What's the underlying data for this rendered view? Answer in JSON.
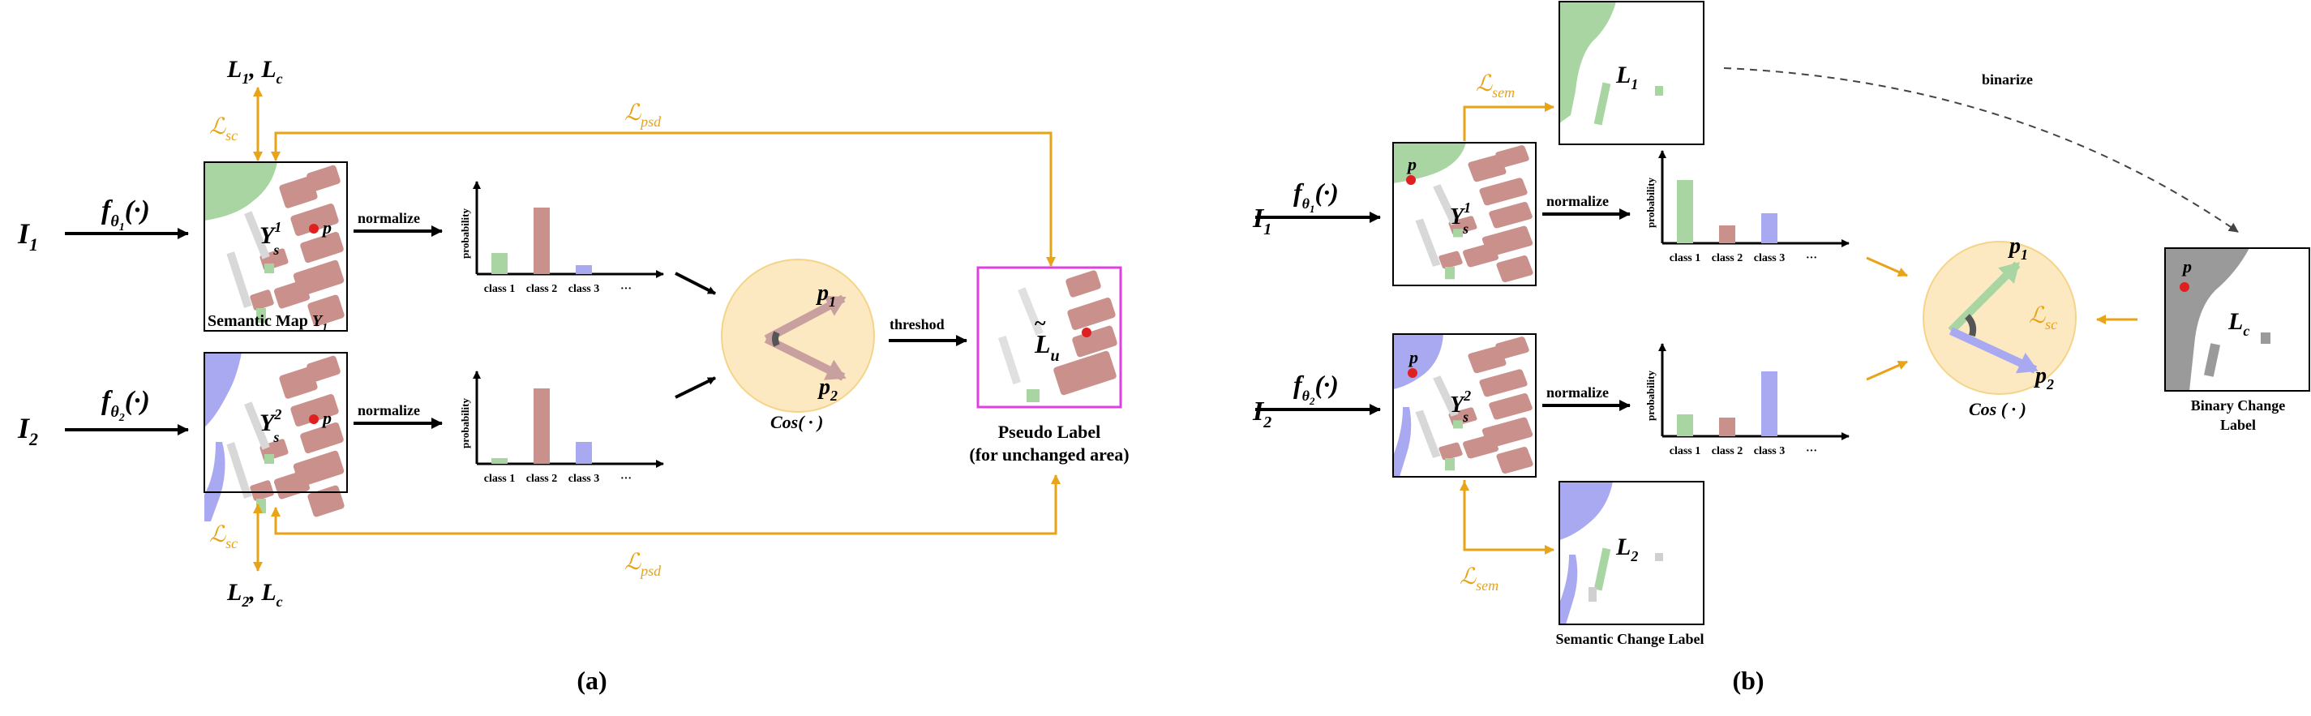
{
  "colors": {
    "orange": "#E8A317",
    "magenta": "#E040E0",
    "green": "#A8D5A2",
    "rose": "#C9908C",
    "blue": "#A9A9F2",
    "circle_fill": "#FCE9C2",
    "circle_stroke": "#F5D48A",
    "red_point": "#E02020"
  },
  "panel_a": {
    "input_1": {
      "main": "I",
      "sub": "1"
    },
    "input_2": {
      "main": "I",
      "sub": "2"
    },
    "func_1": {
      "main": "f",
      "sub": "θ",
      "subsub": "1",
      "tail": "(·)"
    },
    "func_2": {
      "main": "f",
      "sub": "θ",
      "subsub": "2",
      "tail": "(·)"
    },
    "map_1": {
      "label": "Y",
      "sup": "1",
      "sub": "s",
      "point": "p",
      "caption": "Semantic Map",
      "caption_var": "Y",
      "caption_sub": "1"
    },
    "map_2": {
      "label": "Y",
      "sup": "2",
      "sub": "s",
      "point": "p"
    },
    "normalize_label": "normalize",
    "threshold_label": "threshod",
    "top_loss": {
      "main": "L",
      "sub": "1",
      "sep": ", ",
      "main2": "L",
      "sub2": "c"
    },
    "bottom_loss": {
      "main": "L",
      "sub": "2",
      "sep": ", ",
      "main2": "L",
      "sub2": "c"
    },
    "sc_loss": {
      "main": "ℒ",
      "sub": "sc"
    },
    "psd_loss": {
      "main": "ℒ",
      "sub": "psd"
    },
    "cos": {
      "label": "Cos( · )",
      "p1": "p",
      "p1_sub": "1",
      "p2": "p",
      "p2_sub": "2"
    },
    "pseudo": {
      "label": "L",
      "sub": "u",
      "tilde": "~",
      "caption_1": "Pseudo Label",
      "caption_2": "(for unchanged area)"
    },
    "panel_label": "(a)"
  },
  "panel_b": {
    "input_1": {
      "main": "I",
      "sub": "1"
    },
    "input_2": {
      "main": "I",
      "sub": "2"
    },
    "func_1": {
      "main": "f",
      "sub": "θ",
      "subsub": "1",
      "tail": "(·)"
    },
    "func_2": {
      "main": "f",
      "sub": "θ",
      "subsub": "2",
      "tail": "(·)"
    },
    "map_1": {
      "label": "Y",
      "sup": "1",
      "sub": "s",
      "point": "p"
    },
    "map_2": {
      "label": "Y",
      "sup": "2",
      "sub": "s",
      "point": "p"
    },
    "normalize_label": "normalize",
    "sem_loss": {
      "main": "ℒ",
      "sub": "sem"
    },
    "sc_loss": {
      "main": "ℒ",
      "sub": "sc"
    },
    "l1_box": {
      "main": "L",
      "sub": "1"
    },
    "l2_box": {
      "main": "L",
      "sub": "2",
      "caption": "Semantic Change Label"
    },
    "binarize_label": "binarize",
    "binary": {
      "main": "L",
      "sub": "c",
      "point": "p",
      "caption_1": "Binary Change",
      "caption_2": "Label"
    },
    "cos": {
      "label": "Cos ( · )",
      "p1": "p",
      "p1_sub": "1",
      "p2": "p",
      "p2_sub": "2"
    },
    "panel_label": "(b)"
  },
  "chart_data": [
    {
      "type": "bar",
      "id": "a_top",
      "ylabel": "probability",
      "categories": [
        "class 1",
        "class 2",
        "class 3",
        "···"
      ],
      "values": [
        0.26,
        0.82,
        0.11,
        null
      ],
      "colors": [
        "#A8D5A2",
        "#C9908C",
        "#A9A9F2"
      ]
    },
    {
      "type": "bar",
      "id": "a_bottom",
      "ylabel": "probability",
      "categories": [
        "class 1",
        "class 2",
        "class 3",
        "···"
      ],
      "values": [
        0.07,
        0.93,
        0.27,
        null
      ],
      "colors": [
        "#A8D5A2",
        "#C9908C",
        "#A9A9F2"
      ]
    },
    {
      "type": "bar",
      "id": "b_top",
      "ylabel": "probability",
      "categories": [
        "class 1",
        "class 2",
        "class 3",
        "···"
      ],
      "values": [
        0.78,
        0.22,
        0.37,
        null
      ],
      "colors": [
        "#A8D5A2",
        "#C9908C",
        "#A9A9F2"
      ]
    },
    {
      "type": "bar",
      "id": "b_bottom",
      "ylabel": "probability",
      "categories": [
        "class 1",
        "class 2",
        "class 3",
        "···"
      ],
      "values": [
        0.27,
        0.23,
        0.8,
        null
      ],
      "colors": [
        "#A8D5A2",
        "#C9908C",
        "#A9A9F2"
      ]
    }
  ]
}
